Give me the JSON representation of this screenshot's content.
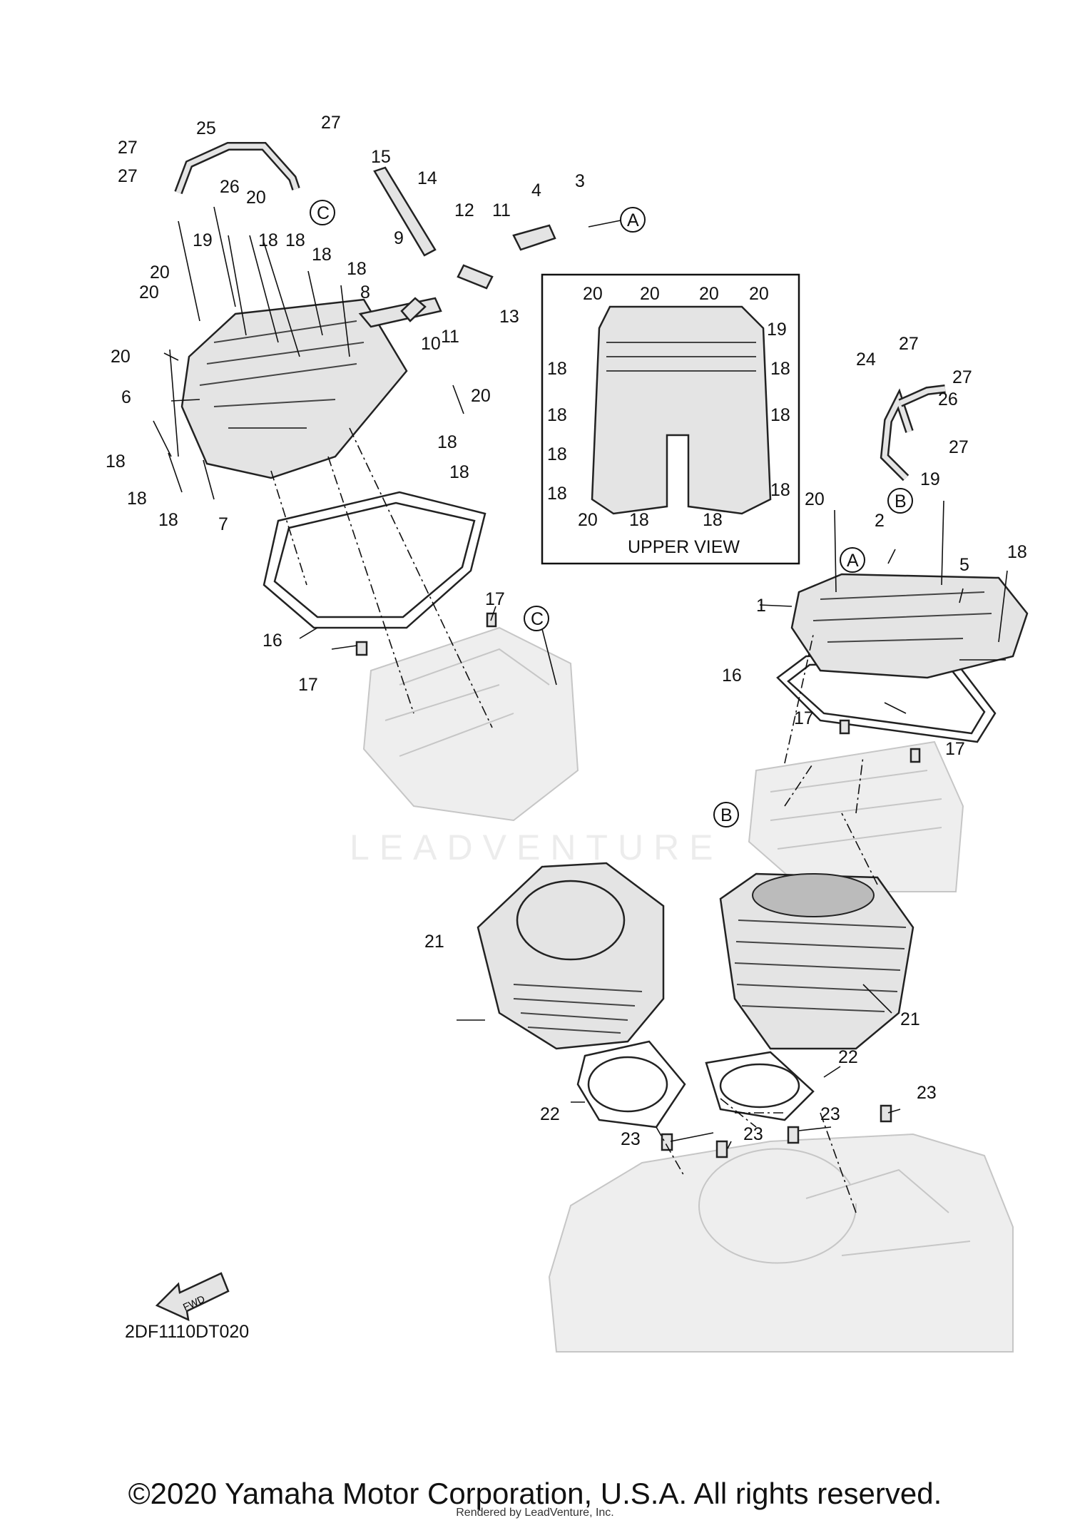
{
  "diagram": {
    "watermark": "LEADVENTURE",
    "inset_caption": "UPPER VIEW",
    "diagram_code": "2DF1110DT020",
    "fwd_label": "FWD",
    "ref_a": "A",
    "ref_b": "B",
    "ref_c": "C"
  },
  "callouts": [
    "1",
    "2",
    "3",
    "4",
    "5",
    "6",
    "7",
    "8",
    "9",
    "10",
    "11",
    "12",
    "13",
    "14",
    "15",
    "16",
    "17",
    "18",
    "19",
    "20",
    "21",
    "22",
    "23",
    "24",
    "25",
    "26",
    "27"
  ],
  "footer": {
    "copyright": "©2020 Yamaha Motor Corporation, U.S.A. All rights reserved.",
    "rendered_by": "Rendered by LeadVenture, Inc."
  }
}
